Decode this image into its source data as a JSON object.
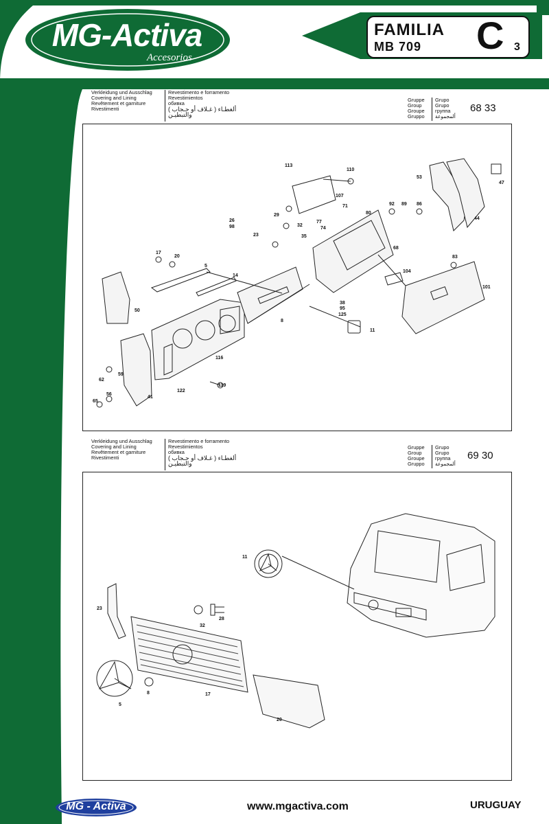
{
  "brand": {
    "logo_text": "MG-Activa",
    "logo_subtitle": "Accesorios",
    "green": "#0f6b35"
  },
  "badge": {
    "familia": "FAMILIA",
    "model": "MB 709",
    "letter": "C",
    "number": "3"
  },
  "sections": [
    {
      "header_left": [
        "Verkleidung und Ausschlag",
        "Covering and Lining",
        "Revêtement et garniture",
        "Rivestimenti"
      ],
      "header_mid": [
        "Revestimento e forramento",
        "Revestimientos",
        "обивка",
        "ألغطـاء ( غـلاف أو حـجاب )",
        "والتبطيـن"
      ],
      "group_labels_left": [
        "Gruppe",
        "Group",
        "Groupe",
        "Gruppo"
      ],
      "group_labels_right": [
        "Grupo",
        "Grupo",
        "группа",
        "ألمجموعة"
      ],
      "group_number": "68 33",
      "callouts": [
        "113",
        "110",
        "107",
        "53",
        "47",
        "71",
        "80",
        "29",
        "32",
        "77",
        "74",
        "92",
        "89",
        "86",
        "44",
        "26",
        "98",
        "23",
        "35",
        "68",
        "17",
        "20",
        "5",
        "14",
        "83",
        "104",
        "101",
        "50",
        "38",
        "95",
        "125",
        "8",
        "11",
        "116",
        "62",
        "59",
        "56",
        "65",
        "41",
        "122",
        "119"
      ]
    },
    {
      "header_left": [
        "Verkleidung und Ausschlag",
        "Covering and Lining",
        "Revêtement et garniture",
        "Rivestimenti"
      ],
      "header_mid": [
        "Revestimento e forramento",
        "Revestimientos",
        "обивка",
        "ألغطـاء ( غـلاف أو حـجاب )",
        "والتبطيـن"
      ],
      "group_labels_left": [
        "Gruppe",
        "Group",
        "Groupe",
        "Gruppo"
      ],
      "group_labels_right": [
        "Grupo",
        "Grupo",
        "группа",
        "ألمجموعة"
      ],
      "group_number": "69 30",
      "callouts": [
        "11",
        "23",
        "32",
        "28",
        "5",
        "8",
        "17",
        "20"
      ]
    }
  ],
  "footer": {
    "logo_text": "MG - Activa",
    "url": "www.mgactiva.com",
    "country": "URUGUAY"
  }
}
